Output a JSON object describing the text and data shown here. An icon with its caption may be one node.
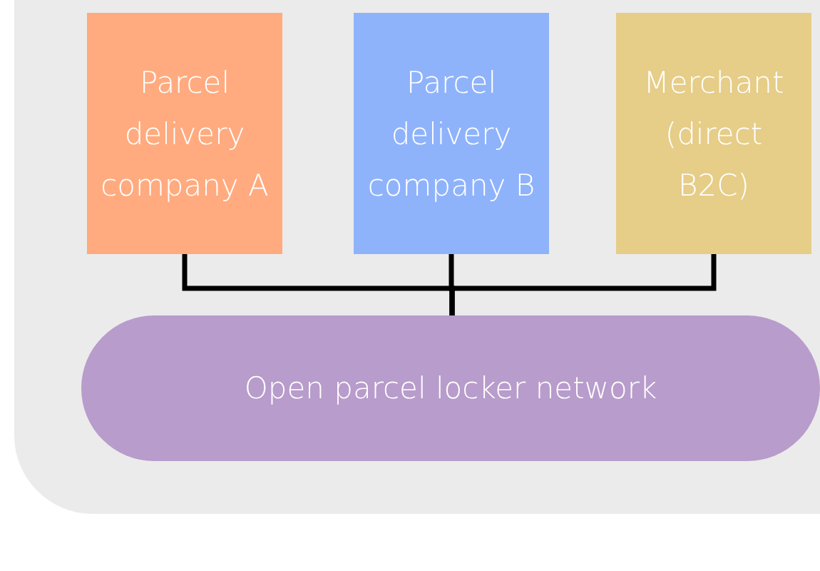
{
  "diagram": {
    "nodes": [
      {
        "text": [
          "Parcel delivery company A"
        ]
      },
      {
        "text": [
          "Parcel delivery company B"
        ]
      },
      {
        "text": [
          "Merchant (direct B2C)"
        ]
      },
      {
        "text": [
          "Open parcel locker network"
        ]
      }
    ],
    "edges": [
      {
        "from": 0,
        "to": 3,
        "arrow": "none"
      },
      {
        "from": 1,
        "to": 3,
        "arrow": "none"
      },
      {
        "from": 2,
        "to": 3,
        "arrow": "none"
      }
    ]
  }
}
